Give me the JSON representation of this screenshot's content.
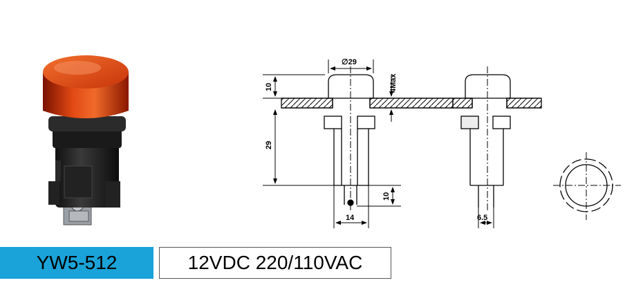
{
  "product": {
    "model": "YW5-512",
    "voltage": "12VDC 220/110VAC",
    "lens_color": "#d93a0a",
    "label_color": "#1aa3d9"
  },
  "dimensions": {
    "diameter": "∅29",
    "cap_height": "10",
    "panel_max": "4Max",
    "body_height": "29",
    "terminal_length": "10",
    "body_width": "14",
    "terminal_gap": "6.5"
  }
}
